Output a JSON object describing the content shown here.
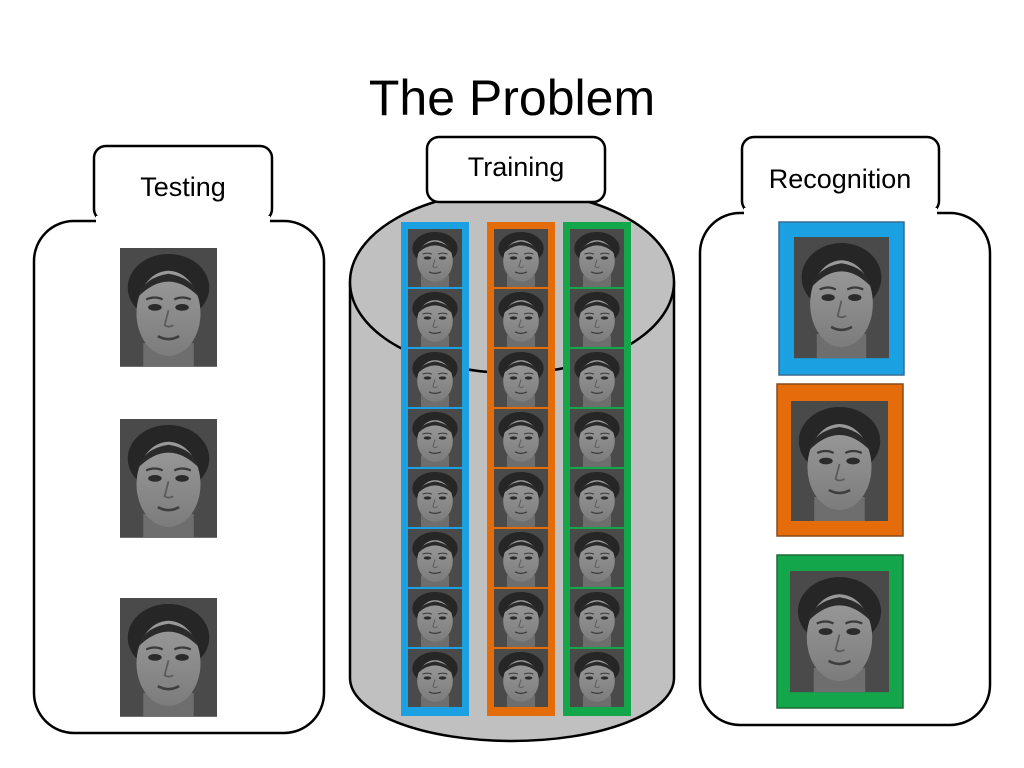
{
  "slide": {
    "title": "The Problem",
    "panels": {
      "testing": {
        "label": "Testing"
      },
      "training": {
        "label": "Training"
      },
      "recognition": {
        "label": "Recognition"
      }
    },
    "subjects": [
      {
        "id": "subject-1",
        "color": "#1ba1e2"
      },
      {
        "id": "subject-2",
        "color": "#e46c0a"
      },
      {
        "id": "subject-3",
        "color": "#13a64a"
      }
    ],
    "training_faces_per_subject": 8,
    "colors": {
      "outline": "#000000",
      "cylinder_fill": "#c0c0c0",
      "photo_background": "#4a4a4a"
    }
  }
}
